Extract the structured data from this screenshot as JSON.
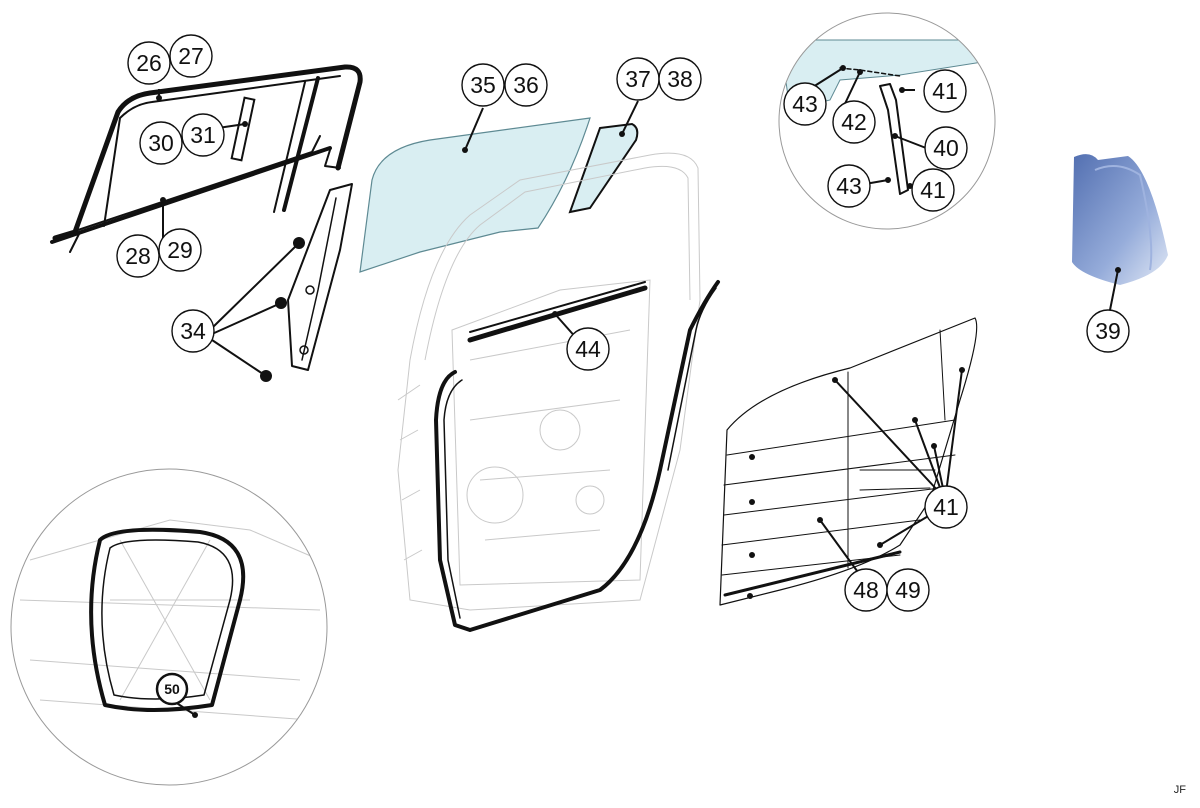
{
  "diagram": {
    "callouts": {
      "c26": "26",
      "c27": "27",
      "c28": "28",
      "c29": "29",
      "c30": "30",
      "c31": "31",
      "c34": "34",
      "c35": "35",
      "c36": "36",
      "c37": "37",
      "c38": "38",
      "c39": "39",
      "c40": "40",
      "c41a": "41",
      "c41b": "41",
      "c41c": "41",
      "c42": "42",
      "c43a": "43",
      "c43b": "43",
      "c44": "44",
      "c48": "48",
      "c49": "49",
      "c50": "50"
    },
    "signature": "JF",
    "colors": {
      "glass": "#d9eef2",
      "glass_stroke": "#5e8a93",
      "line": "#111111",
      "ghost_line": "#c9c9c9",
      "cone_dark": "#3f5fa8",
      "cone_light": "#c9d6ee"
    }
  }
}
